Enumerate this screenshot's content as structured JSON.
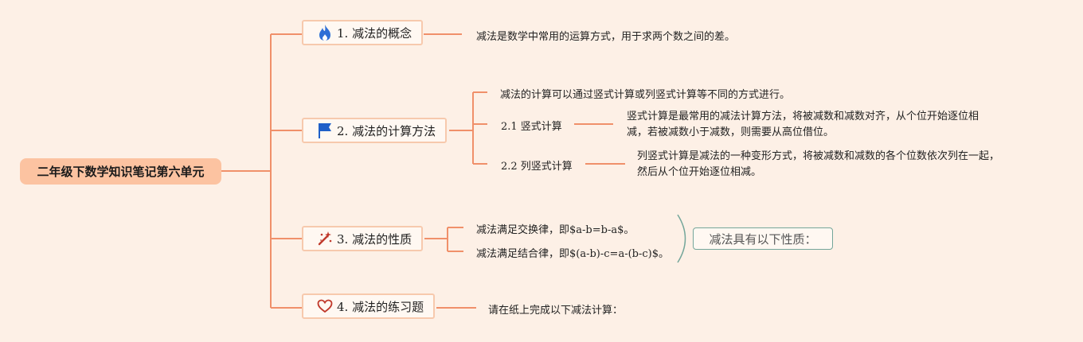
{
  "root": {
    "title": "二年级下数学知识笔记第六单元"
  },
  "topics": [
    {
      "label": "1. 减法的概念",
      "icon": "fire-icon"
    },
    {
      "label": "2. 减法的计算方法",
      "icon": "flag-icon"
    },
    {
      "label": "3. 减法的性质",
      "icon": "magic-wand-icon"
    },
    {
      "label": "4. 减法的练习题",
      "icon": "heart-icon"
    }
  ],
  "topic1": {
    "desc": "减法是数学中常用的运算方式，用于求两个数之间的差。"
  },
  "topic2": {
    "intro": "减法的计算可以通过竖式计算或列竖式计算等不同的方式进行。",
    "sub1": {
      "label": "2.1 竖式计算",
      "desc_line1": "竖式计算是最常用的减法计算方法，将被减数和减数对齐，从个位开始逐位相",
      "desc_line2": "减，若被减数小于减数，则需要从高位借位。"
    },
    "sub2": {
      "label": "2.2 列竖式计算",
      "desc_line1": "列竖式计算是减法的一种变形方式，将被减数和减数的各个位数依次列在一起，",
      "desc_line2": "然后从个位开始逐位相减。"
    }
  },
  "topic3": {
    "rule1": "减法满足交换律，即$a-b=b-a$。",
    "rule2": "减法满足结合律，即$(a-b)-c=a-(b-c)$。",
    "summary": "减法具有以下性质："
  },
  "topic4": {
    "desc": "请在纸上完成以下减法计算："
  },
  "colors": {
    "connector": "#f0906a",
    "root_fill": "#fcc3a1",
    "topic_border": "#f7c9ad",
    "summary_border": "#74a69a",
    "background": "#fdf0e6"
  }
}
